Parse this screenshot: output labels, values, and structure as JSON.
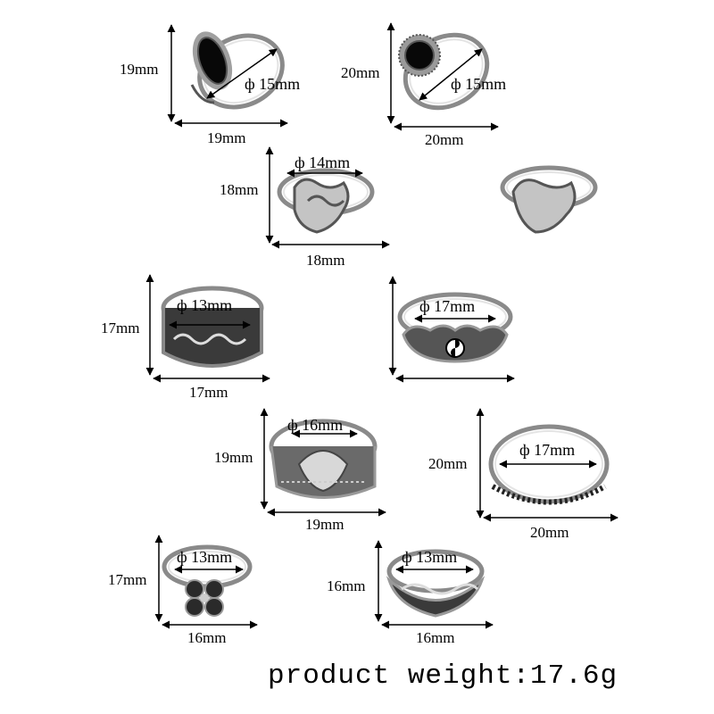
{
  "product_weight": "product weight:17.6g",
  "rings": [
    {
      "id": "oval-black-stone",
      "height": "19mm",
      "width": "19mm",
      "diameter": "ф 15mm"
    },
    {
      "id": "round-black-stone",
      "height": "20mm",
      "width": "20mm",
      "diameter": "ф 15mm"
    },
    {
      "id": "om-ring",
      "height": "18mm",
      "width": "18mm",
      "diameter": "ф 14mm"
    },
    {
      "id": "carved-band",
      "height": "17mm",
      "width": "17mm",
      "diameter": "ф 13mm"
    },
    {
      "id": "yin-yang-ring",
      "height": "",
      "width": "",
      "diameter": "ф 17mm"
    },
    {
      "id": "crown-ring",
      "height": "19mm",
      "width": "19mm",
      "diameter": "ф 16mm"
    },
    {
      "id": "thin-band",
      "height": "20mm",
      "width": "20mm",
      "diameter": "ф 17mm"
    },
    {
      "id": "flower-ring",
      "height": "17mm",
      "width": "16mm",
      "diameter": "ф 13mm"
    },
    {
      "id": "knot-ring",
      "height": "16mm",
      "width": "16mm",
      "diameter": "ф 13mm"
    }
  ],
  "colors": {
    "metal": "#a8a8a8",
    "stone": "#080808",
    "text": "#000000"
  }
}
